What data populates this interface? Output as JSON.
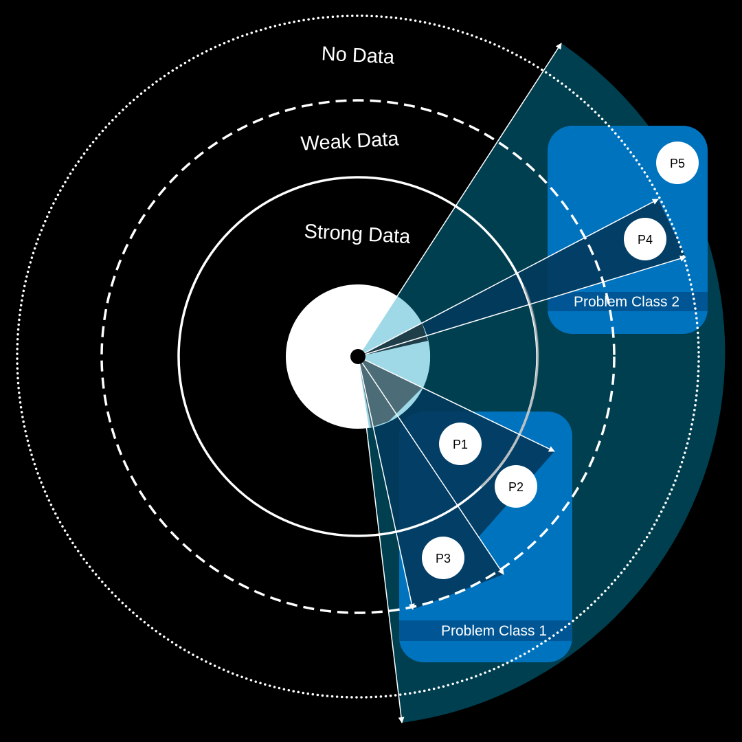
{
  "diagram": {
    "rings": {
      "outer": "No Data",
      "middle": "Weak Data",
      "inner": "Strong Data"
    },
    "problem_classes": [
      {
        "label": "Problem Class 1",
        "nodes": [
          "P1",
          "P2",
          "P3"
        ]
      },
      {
        "label": "Problem Class 2",
        "nodes": [
          "P4",
          "P5"
        ]
      }
    ],
    "colors": {
      "background": "#000000",
      "ring_stroke": "#ffffff",
      "sector_fill": "#003f4f",
      "center_sector_fill": "#9fd9e8",
      "class_box_fill": "#0073bf",
      "class_label_band": "#005694",
      "wedge_fill": "#023a5e",
      "node_fill": "#ffffff"
    }
  }
}
